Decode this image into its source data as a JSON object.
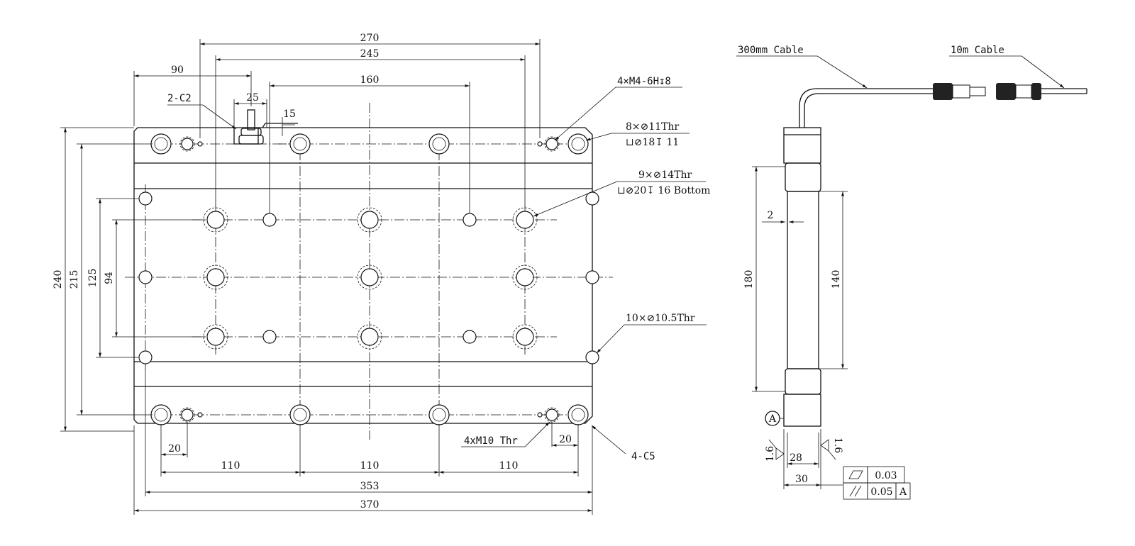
{
  "front_view": {
    "overall_dims": {
      "width_270": "270",
      "width_245": "245",
      "width_160": "160",
      "offset_90": "90",
      "width_25": "25",
      "width_15": "15",
      "height_240": "240",
      "height_215": "215",
      "height_125": "125",
      "height_94": "94",
      "left_20": "20",
      "right_20": "20",
      "pitch_110_a": "110",
      "pitch_110_b": "110",
      "pitch_110_c": "110",
      "width_353": "353",
      "width_370": "370"
    },
    "callouts": {
      "chamfer_top": "2-C2",
      "m4_threads": "4×M4-6H↧8",
      "holes_11": "8×⊘11Thr",
      "counterbore_18": "⊔⊘18↧ 11",
      "holes_14": "9×⊘14Thr",
      "counterbore_20": "⊔⊘20↧ 16 Bottom",
      "holes_10_5": "10×⊘10.5Thr",
      "m10_threads": "4xM10 Thr",
      "chamfer_bottom": "4-C5"
    }
  },
  "side_view": {
    "cable_short": "300mm Cable",
    "cable_long": "10m Cable",
    "dims": {
      "gap_2": "2",
      "height_180": "180",
      "height_140": "140",
      "width_28": "28",
      "width_30": "30"
    },
    "datum": "A",
    "roughness_left": "1.6",
    "roughness_right": "1.6",
    "tolerance": {
      "flatness_value": "0.03",
      "parallelism_value": "0.05",
      "parallelism_datum": "A"
    }
  }
}
